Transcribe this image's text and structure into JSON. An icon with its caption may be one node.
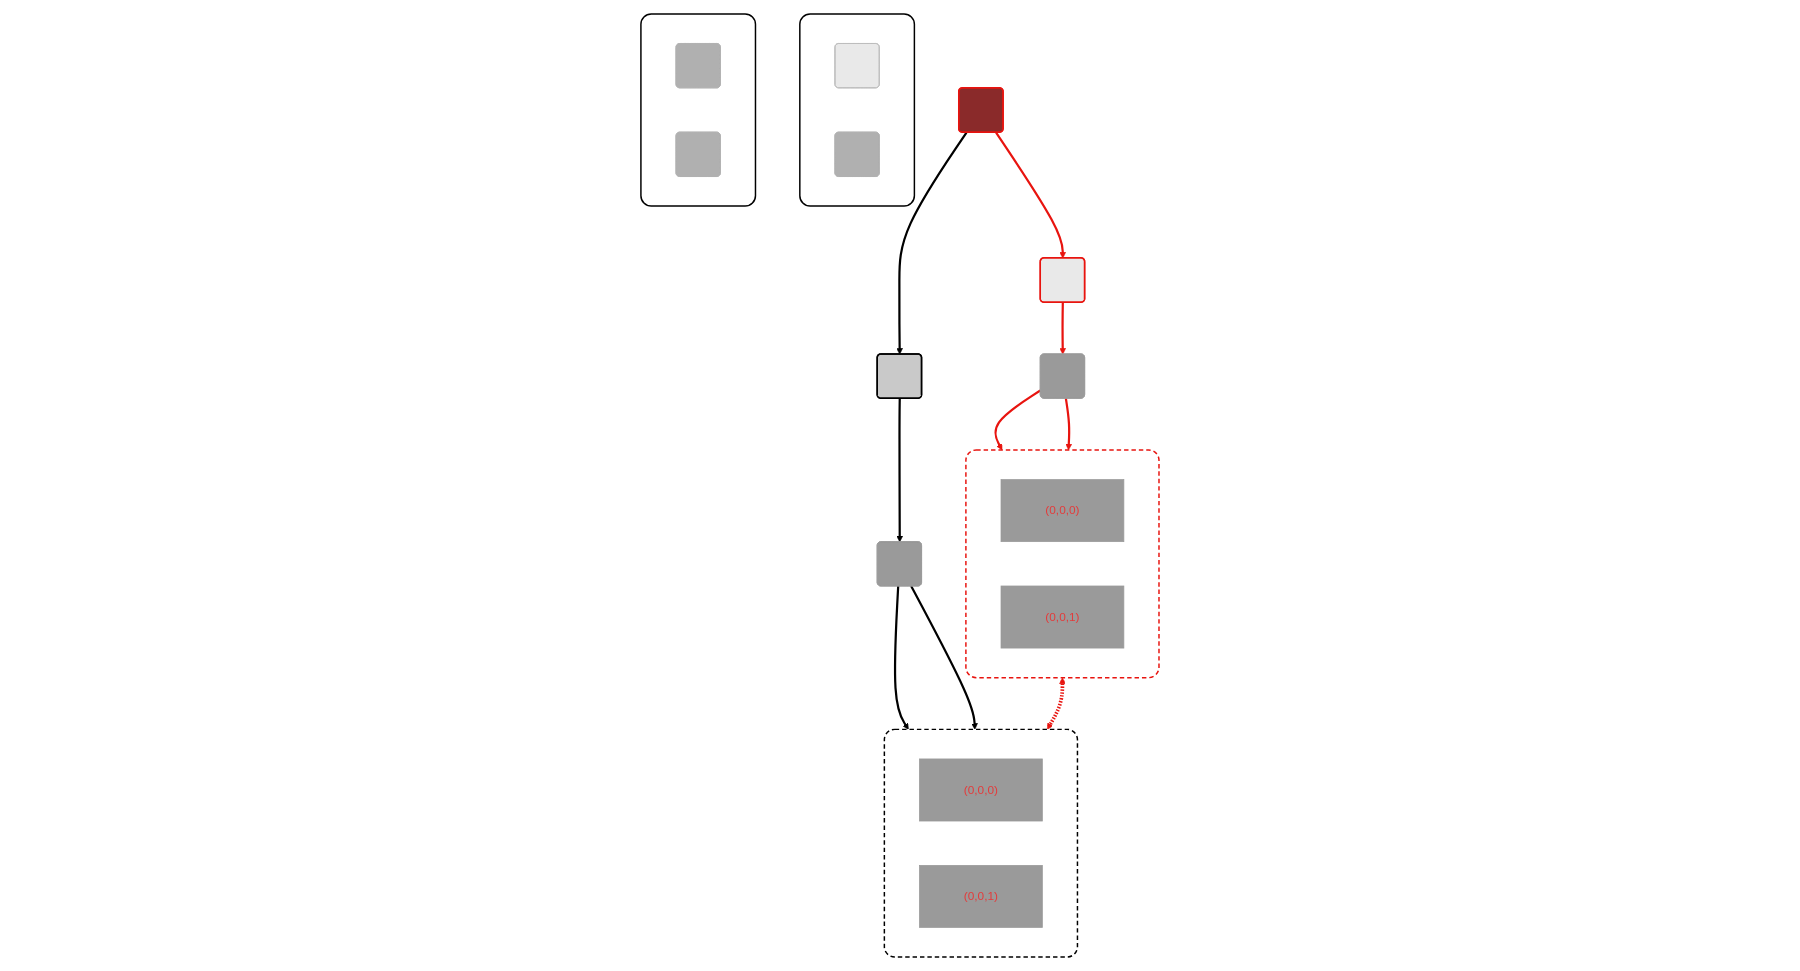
{
  "diagram": {
    "nodes": [
      {
        "text": [],
        "shape": "box"
      },
      {
        "text": [],
        "shape": "box"
      },
      {
        "text": [],
        "shape": "box"
      },
      {
        "text": [],
        "shape": "box"
      },
      {
        "text": [],
        "shape": "box"
      },
      {
        "text": [],
        "shape": "box",
        "in": 4
      },
      {
        "text": [],
        "shape": "box",
        "in": 4
      },
      {
        "text": [],
        "shape": "box"
      },
      {
        "text": [],
        "shape": "box"
      },
      {
        "text": [],
        "shape": "box",
        "in": 8
      },
      {
        "text": [],
        "shape": "box",
        "in": 8
      },
      {
        "text": [],
        "shape": "box"
      },
      {
        "text": [
          "(0,0,0)"
        ],
        "in": 11
      },
      {
        "text": [
          "(0,0,1)"
        ],
        "in": 11
      },
      {
        "text": [],
        "shape": "box"
      },
      {
        "text": [
          "(0,0,0)"
        ],
        "in": 14
      },
      {
        "text": [
          "(0,0,1)"
        ],
        "in": 14
      }
    ],
    "edges": [
      {
        "from": 1,
        "to": 0,
        "arrow": "to"
      },
      {
        "from": 1,
        "to": 2,
        "arrow": "to",
        "color": "#000000"
      },
      {
        "from": 0,
        "to": 3,
        "arrow": "to"
      },
      {
        "from": 2,
        "to": 7,
        "arrow": "to",
        "color": "#000000"
      },
      {
        "from": 3,
        "to": 11,
        "arrow": "to"
      },
      {
        "from": 3,
        "to": 11,
        "arrow": "to"
      },
      {
        "from": 7,
        "to": 14,
        "arrow": "to",
        "color": "#000000"
      },
      {
        "from": 7,
        "to": 14,
        "arrow": "to",
        "color": "#000000"
      },
      {
        "from": 11,
        "to": 14,
        "arrow": "both",
        "style": "dashed"
      }
    ]
  }
}
